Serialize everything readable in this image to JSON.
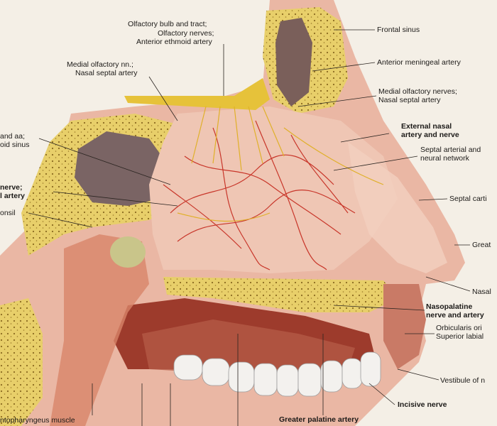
{
  "labels": {
    "olfactory_bulb": "Olfactory bulb and tract;",
    "olfactory_nerves": "Olfactory nerves;",
    "anterior_ethmoid": "Anterior ethmoid artery",
    "medial_olf_left_1": "Medial olfactory nn.;",
    "medial_olf_left_2": "Nasal septal artery",
    "frontal_sinus": "Frontal sinus",
    "anterior_meningeal": "Anterior meningeal artery",
    "medial_olf_right_1": "Medial olfactory nerves;",
    "medial_olf_right_2": "Nasal septal artery",
    "external_nasal_1": "External nasal",
    "external_nasal_2": "artery and nerve",
    "septal_network_1": "Septal arterial and",
    "septal_network_2": "neural network",
    "septal_cart": "Septal carti",
    "great": "Great",
    "nasal": "Nasal",
    "nasopalatine_1": "Nasopalatine",
    "nasopalatine_2": "nerve and artery",
    "orbicularis_1": "Orbicularis ori",
    "orbicularis_2": "Superior labial",
    "vestibule": "Vestibule of n",
    "incisive": "Incisive nerve",
    "greater_palatine": "Greater palatine artery",
    "pharyngeus": "ntopharyngeus muscle",
    "left_1": "and aa;",
    "left_2": "oid sinus",
    "left_3": "nerve;",
    "left_4": "l artery",
    "left_5": "onsil"
  }
}
